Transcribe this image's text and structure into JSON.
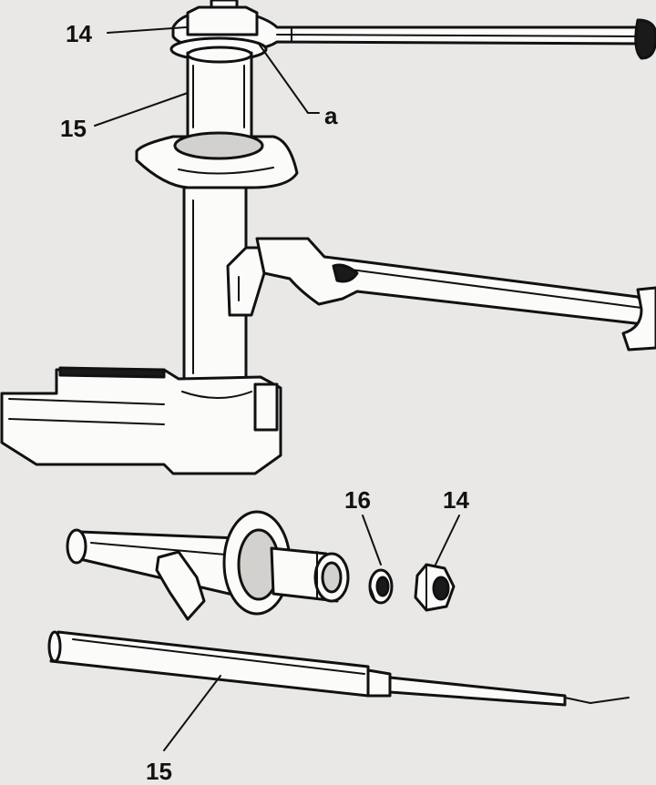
{
  "callouts": {
    "top_nut": "14",
    "top_shock": "15",
    "top_detail": "a",
    "washer": "16",
    "nut": "14",
    "cartridge": "15"
  },
  "colors": {
    "paper": "#e9e8e6",
    "ink": "#111111"
  }
}
